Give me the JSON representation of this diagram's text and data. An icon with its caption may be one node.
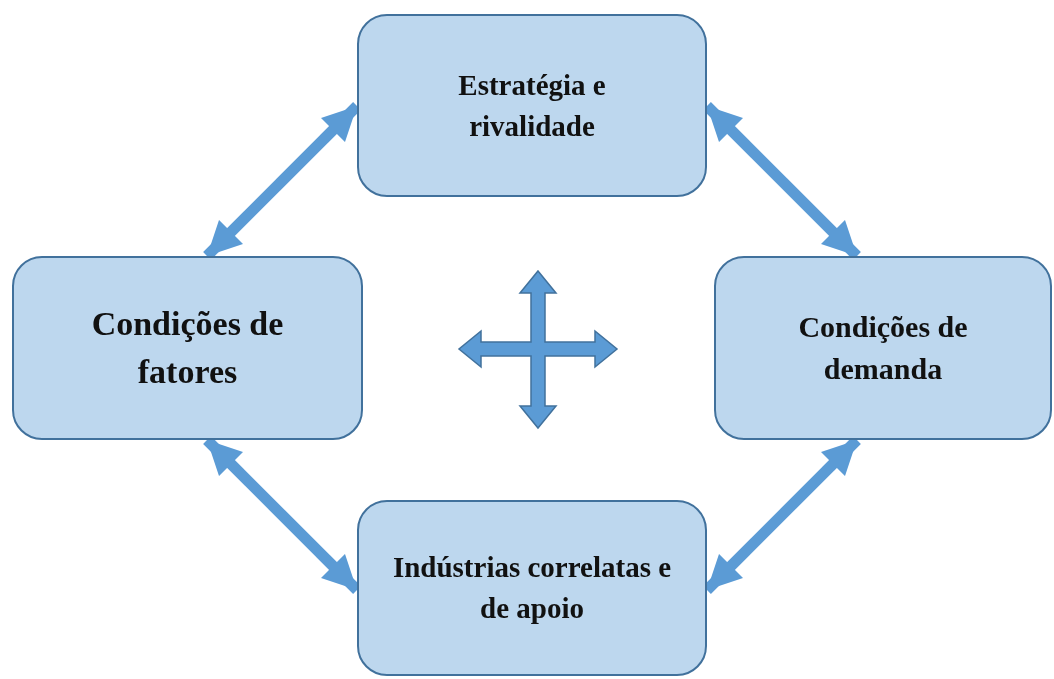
{
  "diagram": {
    "nodes": [
      {
        "text": [
          "Estratégia e rivalidade"
        ]
      },
      {
        "text": [
          "Condições de fatores"
        ]
      },
      {
        "text": [
          "Condições de demanda"
        ]
      },
      {
        "text": [
          "Indústrias correlatas e de apoio"
        ]
      }
    ],
    "edges": [
      {
        "from": 0,
        "to": 1,
        "arrow": "both"
      },
      {
        "from": 0,
        "to": 2,
        "arrow": "both"
      },
      {
        "from": 1,
        "to": 3,
        "arrow": "both"
      },
      {
        "from": 2,
        "to": 3,
        "arrow": "both"
      }
    ]
  }
}
